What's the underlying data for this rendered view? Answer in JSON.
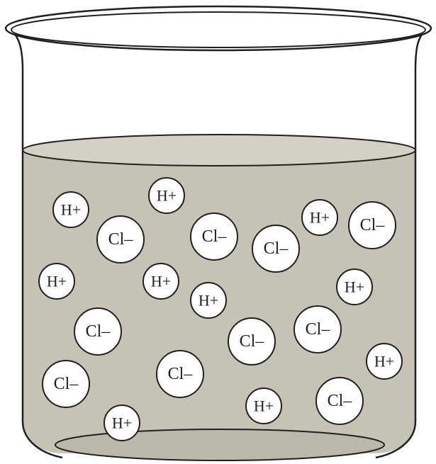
{
  "diagram": {
    "colors": {
      "liquid": "#c4c3b6",
      "liquid_surface": "#d2d1c5",
      "outline": "#231f20",
      "ion_fill": "#ffffff"
    },
    "ions": [
      {
        "label": "H+",
        "kind": "hydrogen"
      },
      {
        "label": "H+",
        "kind": "hydrogen"
      },
      {
        "label": "Cl–",
        "kind": "chloride"
      },
      {
        "label": "Cl–",
        "kind": "chloride"
      },
      {
        "label": "H+",
        "kind": "hydrogen"
      },
      {
        "label": "Cl–",
        "kind": "chloride"
      },
      {
        "label": "Cl–",
        "kind": "chloride"
      },
      {
        "label": "H+",
        "kind": "hydrogen"
      },
      {
        "label": "H+",
        "kind": "hydrogen"
      },
      {
        "label": "H+",
        "kind": "hydrogen"
      },
      {
        "label": "H+",
        "kind": "hydrogen"
      },
      {
        "label": "Cl–",
        "kind": "chloride"
      },
      {
        "label": "Cl–",
        "kind": "chloride"
      },
      {
        "label": "Cl–",
        "kind": "chloride"
      },
      {
        "label": "H+",
        "kind": "hydrogen"
      },
      {
        "label": "Cl–",
        "kind": "chloride"
      },
      {
        "label": "Cl–",
        "kind": "chloride"
      },
      {
        "label": "H+",
        "kind": "hydrogen"
      },
      {
        "label": "Cl–",
        "kind": "chloride"
      },
      {
        "label": "H+",
        "kind": "hydrogen"
      }
    ]
  }
}
